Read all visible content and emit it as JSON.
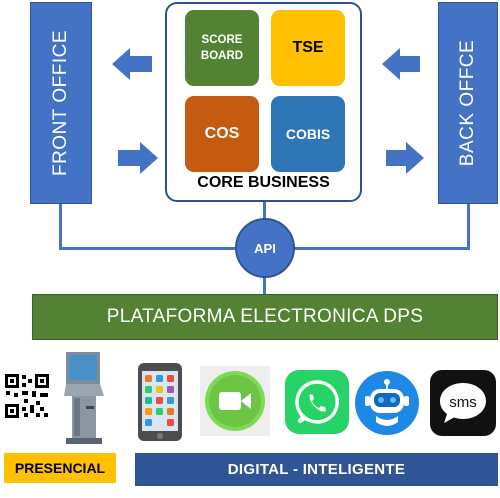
{
  "side_panels": {
    "front_office": "FRONT OFFICE",
    "back_office": "BACK OFFCE"
  },
  "core": {
    "label": "CORE BUSINESS",
    "tiles": [
      {
        "label_line1": "SCORE",
        "label_line2": "BOARD",
        "color": "#548235"
      },
      {
        "label_line1": "TSE",
        "label_line2": "",
        "color": "#ffc000"
      },
      {
        "label_line1": "COS",
        "label_line2": "",
        "color": "#c55a11"
      },
      {
        "label_line1": "COBIS",
        "label_line2": "",
        "color": "#2e75b6"
      }
    ]
  },
  "api": {
    "label": "API"
  },
  "platform": {
    "label": "PLATAFORMA ELECTRONICA DPS"
  },
  "channels": {
    "presencial_label": "PRESENCIAL",
    "digital_label": "DIGITAL - INTELIGENTE",
    "icons": [
      "qr-code-icon",
      "kiosk-icon",
      "smartphone-icon",
      "video-call-icon",
      "whatsapp-icon",
      "chatbot-icon",
      "sms-icon"
    ],
    "sms_text": "sms"
  },
  "colors": {
    "blue": "#4472c4",
    "dark_blue": "#2f5597",
    "green": "#548235",
    "yellow": "#ffc000",
    "orange": "#c55a11"
  }
}
